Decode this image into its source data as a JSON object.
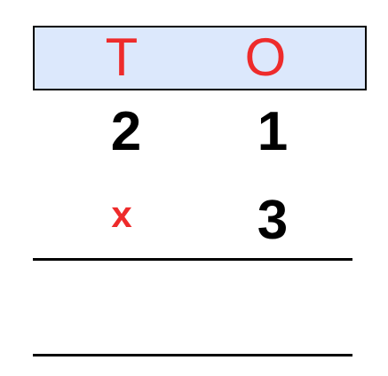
{
  "header": {
    "tens_label": "T",
    "ones_label": "O"
  },
  "multiplicand": {
    "tens": "2",
    "ones": "1"
  },
  "multiplier": {
    "operator": "x",
    "ones": "3"
  },
  "colors": {
    "header_bg": "#dce8fc",
    "label_red": "#ee2b2b",
    "text": "#000000"
  }
}
